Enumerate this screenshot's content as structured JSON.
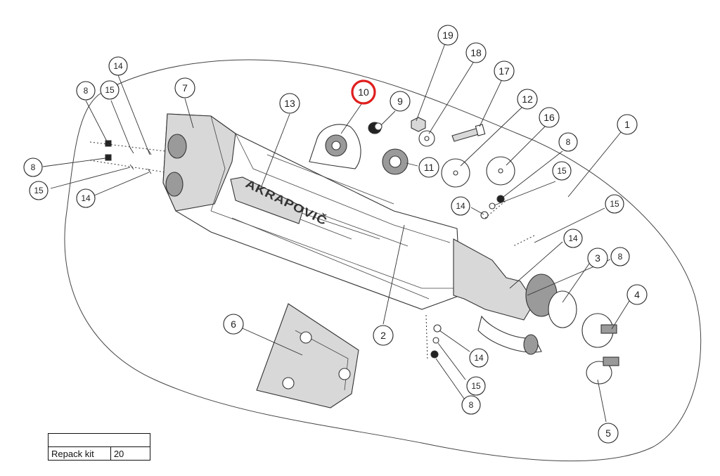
{
  "diagram": {
    "brand": "AKRAPOVIČ",
    "callouts": [
      {
        "id": "c19",
        "label": "19"
      },
      {
        "id": "c18",
        "label": "18"
      },
      {
        "id": "c17",
        "label": "17"
      },
      {
        "id": "c12",
        "label": "12"
      },
      {
        "id": "c16",
        "label": "16"
      },
      {
        "id": "c1",
        "label": "1"
      },
      {
        "id": "c8a",
        "label": "8"
      },
      {
        "id": "c15a",
        "label": "15"
      },
      {
        "id": "c14a",
        "label": "14"
      },
      {
        "id": "c10",
        "label": "10",
        "highlighted": true
      },
      {
        "id": "c9",
        "label": "9"
      },
      {
        "id": "c11",
        "label": "11"
      },
      {
        "id": "c13",
        "label": "13"
      },
      {
        "id": "c7",
        "label": "7"
      },
      {
        "id": "c14b",
        "label": "14"
      },
      {
        "id": "c8b",
        "label": "8"
      },
      {
        "id": "c15b",
        "label": "15"
      },
      {
        "id": "c8c",
        "label": "8"
      },
      {
        "id": "c15c",
        "label": "15"
      },
      {
        "id": "c14c",
        "label": "14"
      },
      {
        "id": "c15d",
        "label": "15"
      },
      {
        "id": "c14d",
        "label": "14"
      },
      {
        "id": "c3",
        "label": "3"
      },
      {
        "id": "c8d",
        "label": "8"
      },
      {
        "id": "c4",
        "label": "4"
      },
      {
        "id": "c2",
        "label": "2"
      },
      {
        "id": "c6",
        "label": "6"
      },
      {
        "id": "c14e",
        "label": "14"
      },
      {
        "id": "c15e",
        "label": "15"
      },
      {
        "id": "c8e",
        "label": "8"
      },
      {
        "id": "c5",
        "label": "5"
      }
    ],
    "highlight_color": "#e01e1e"
  },
  "kit_table": {
    "header": "",
    "label": "Repack kit",
    "value": "20"
  }
}
